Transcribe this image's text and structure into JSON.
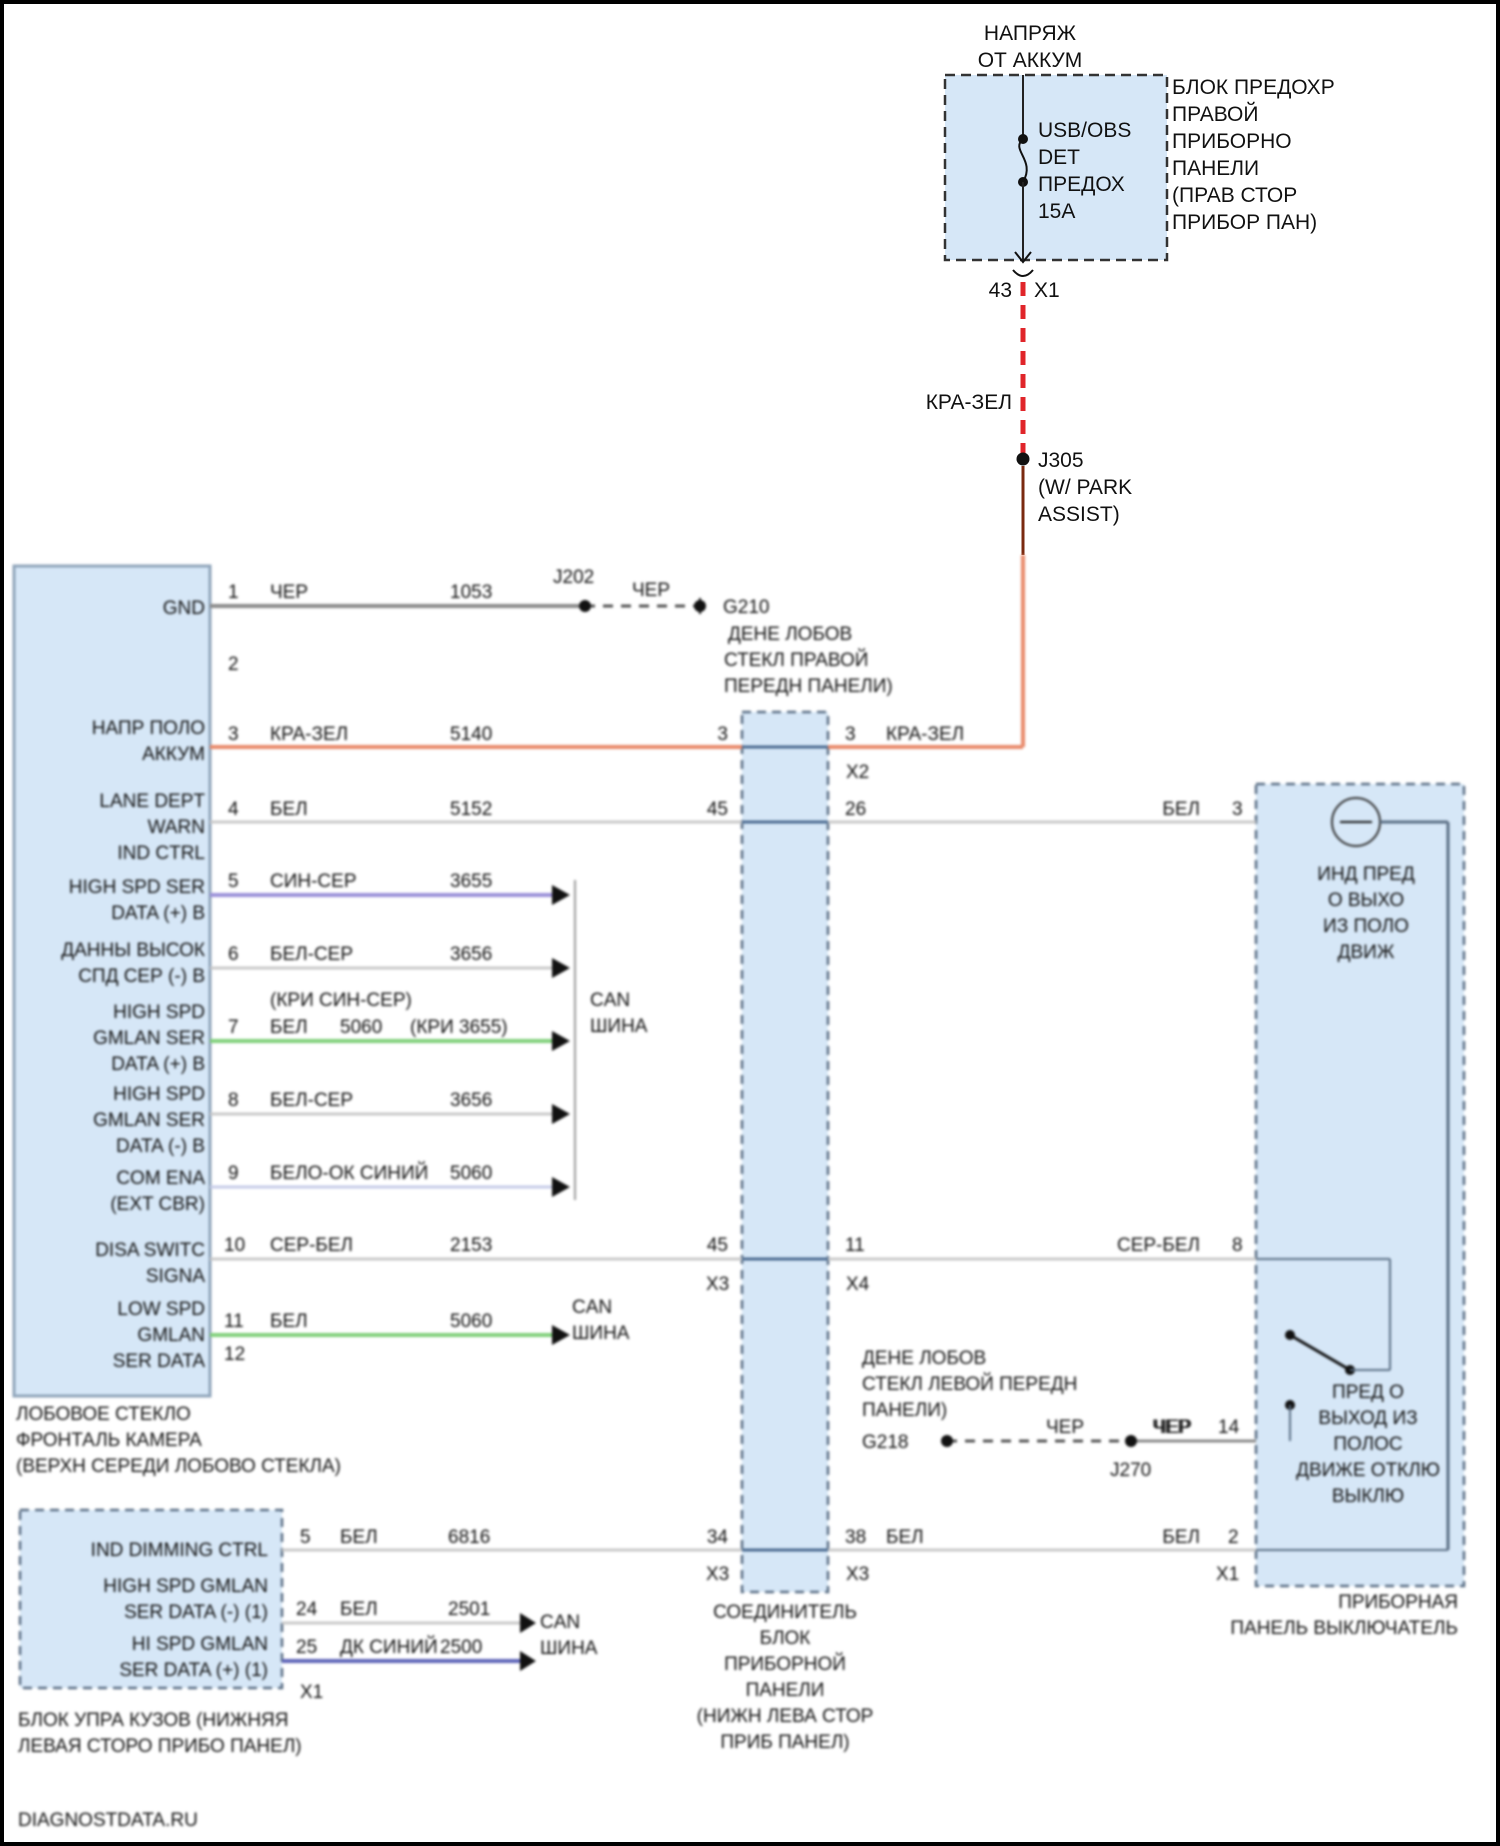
{
  "colors": {
    "box_fill": "#d6e7f7",
    "wire_red_green_dashed": "#e0252a",
    "wire_red_green": "#e8896a",
    "wire_white": "#c9c9c9",
    "wire_grey": "#8a8a8a",
    "wire_violet_grey": "#9a90d8",
    "wire_green": "#7fd07a",
    "wire_dark_violet": "#5d64b8"
  },
  "battery_supply": {
    "line1": "НАПРЯЖ",
    "line2": "ОТ АККУМ"
  },
  "fuse_block": {
    "name_lines": [
      "БЛОК ПРЕДОХР",
      "ПРАВОЙ",
      "ПРИБОРНО",
      "ПАНЕЛИ",
      "(ПРАВ СТОР",
      "ПРИБОР ПАН)"
    ],
    "fuse_lines": [
      "USB/OBS",
      "DET",
      "ПРЕДОХ",
      "15A"
    ],
    "pin": "43",
    "connector": "X1"
  },
  "wire_top": {
    "color_label": "КРА-ЗЕЛ"
  },
  "splice_j305": {
    "lines": [
      "J305",
      "(W/ PARK",
      "ASSIST)"
    ]
  },
  "camera": {
    "pins": [
      {
        "num": "1",
        "label_lines": [
          "GND"
        ],
        "wire_color": "ЧЕР",
        "circuit": "1053"
      },
      {
        "num": "2",
        "label_lines": [],
        "wire_color": "",
        "circuit": ""
      },
      {
        "num": "3",
        "label_lines": [
          "НАПР ПОЛО",
          "АККУМ"
        ],
        "wire_color": "КРА-ЗЕЛ",
        "circuit": "5140"
      },
      {
        "num": "4",
        "label_lines": [
          "LANE DEPT",
          "WARN",
          "IND CTRL"
        ],
        "wire_color": "БЕЛ",
        "circuit": "5152"
      },
      {
        "num": "5",
        "label_lines": [
          "HIGH SPD SER",
          "DATA (+) B"
        ],
        "wire_color": "СИН-СЕР",
        "circuit": "3655"
      },
      {
        "num": "6",
        "label_lines": [
          "ДАННЫ ВЫСОК",
          "СПД СЕР (-) B"
        ],
        "wire_color": "БЕЛ-СЕР",
        "circuit": "3656"
      },
      {
        "num": "7",
        "label_lines": [
          "HIGH SPD",
          "GMLAN SER",
          "DATA (+) B"
        ],
        "wire_color": "БЕЛ",
        "circuit": "5060",
        "alt_color": "(КРИ СИН-СЕР)",
        "alt_circuit": "(КРИ 3655)"
      },
      {
        "num": "8",
        "label_lines": [
          "HIGH SPD",
          "GMLAN SER",
          "DATA (-) B"
        ],
        "wire_color": "БЕЛ-СЕР",
        "circuit": "3656"
      },
      {
        "num": "9",
        "label_lines": [
          "COM ENA",
          "(EXT CBR)"
        ],
        "wire_color": "БЕЛО-ОК СИНИЙ",
        "circuit": "5060"
      },
      {
        "num": "10",
        "label_lines": [
          "DISA SWITC",
          "SIGNA"
        ],
        "wire_color": "СЕР-БЕЛ",
        "circuit": "2153"
      },
      {
        "num": "11",
        "label_lines": [
          "LOW SPD",
          "GMLAN",
          "SER DATA"
        ],
        "wire_color": "БЕЛ",
        "circuit": "5060"
      },
      {
        "num": "12",
        "label_lines": [],
        "wire_color": "",
        "circuit": ""
      }
    ],
    "name_lines": [
      "ЛОБОВОЕ СТЕКЛО",
      "ФРОНТАЛЬ КАМЕРА",
      "(ВЕРХН СЕРЕДИ ЛОБОВО СТЕКЛА)"
    ],
    "can_label_1": [
      "CAN",
      "ШИНА"
    ],
    "can_label_2": [
      "CAN",
      "ШИНА"
    ]
  },
  "ground_top": {
    "splice": "J202",
    "wire_color": "ЧЕР",
    "ground": "G210",
    "note_lines": [
      "ДЕНЕ ЛОБОВ",
      "СТЕКЛ ПРАВОЙ",
      "ПЕРЕДН ПАНЕЛИ)"
    ]
  },
  "connector_block": {
    "rows": [
      {
        "left_pin": "3",
        "right_pin": "3",
        "right_color": "КРА-ЗЕЛ",
        "right_conn": "X2"
      },
      {
        "left_pin": "45",
        "right_pin": "26",
        "right_color": "",
        "right_conn": ""
      },
      {
        "left_pin": "45",
        "right_pin": "11",
        "right_color": "",
        "right_conn": "X4",
        "left_conn": "X3"
      },
      {
        "left_pin": "34",
        "right_pin": "38",
        "right_color": "БЕЛ",
        "right_conn": "X3",
        "left_conn": "X3"
      }
    ],
    "name_lines": [
      "СОЕДИНИТЕЛЬ",
      "БЛОК",
      "ПРИБОРНОЙ",
      "ПАНЕЛИ",
      "(НИЖН ЛЕВА СТОР",
      "ПРИБ ПАНЕЛ)"
    ]
  },
  "switch_panel": {
    "rows": [
      {
        "pin": "3",
        "color": "БЕЛ"
      },
      {
        "pin": "8",
        "color": "СЕР-БЕЛ"
      },
      {
        "pin": "14",
        "color": "ЧЕР"
      },
      {
        "pin": "2",
        "color": "БЕЛ",
        "conn": "X1"
      }
    ],
    "indicator_lines": [
      "ИНД ПРЕД",
      "О ВЫХО",
      "ИЗ ПОЛО",
      "ДВИЖ"
    ],
    "switch_lines": [
      "ПРЕД О",
      "ВЫХОД ИЗ",
      "ПОЛОС",
      "ДВИЖЕ ОТКЛЮ",
      "ВЫКЛЮ"
    ],
    "name_lines": [
      "ПРИБОРНАЯ",
      "ПАНЕЛЬ ВЫКЛЮЧАТЕЛЬ"
    ]
  },
  "ground_bottom": {
    "note_lines": [
      "ДЕНЕ ЛОБОВ",
      "СТЕКЛ ЛЕВОЙ ПЕРЕДН",
      "ПАНЕЛИ)"
    ],
    "ground": "G218",
    "wire_color": "ЧЕР",
    "splice": "J270"
  },
  "bcm": {
    "pins": [
      {
        "num": "5",
        "label_lines": [
          "IND DIMMING CTRL"
        ],
        "wire_color": "БЕЛ",
        "circuit": "6816"
      },
      {
        "num": "24",
        "label_lines": [
          "HIGH SPD GMLAN",
          "SER DATA (-) (1)"
        ],
        "wire_color": "БЕЛ",
        "circuit": "2501"
      },
      {
        "num": "25",
        "label_lines": [
          "HI SPD GMLAN",
          "SER DATA (+) (1)"
        ],
        "wire_color": "ДК СИНИЙ",
        "circuit": "2500"
      }
    ],
    "connector": "X1",
    "can_label": [
      "CAN",
      "ШИНА"
    ],
    "name_lines": [
      "БЛОК УПРА КУЗОВ (НИЖНЯЯ",
      "ЛЕВАЯ СТОРО ПРИБО ПАНЕЛ)"
    ]
  },
  "watermark": "DIAGNOSTDATA.RU"
}
